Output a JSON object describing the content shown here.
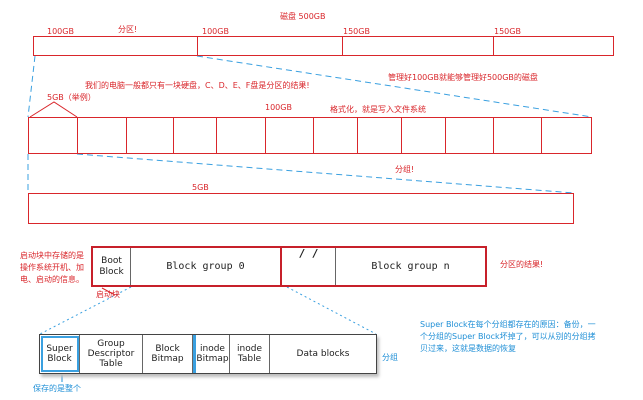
{
  "disk": {
    "title": "磁盘 500GB",
    "segments": [
      {
        "size_label": "100GB",
        "gb": 100
      },
      {
        "size_label": "100GB",
        "gb": 100
      },
      {
        "size_label": "150GB",
        "gb": 150
      },
      {
        "size_label": "150GB",
        "gb": 150
      }
    ]
  },
  "annotations": {
    "partition": "分区!",
    "manage": "管理好100GB就能够管理好500GB的磁盘",
    "computer": "我们的电脑一般都只有一块硬盘，C、D、E、F盘是分区的结果!",
    "example_size": "5GB（举例）",
    "row_100gb": "100GB",
    "format": "格式化，就是写入文件系统",
    "grouping": "分组!",
    "bar_size": "5GB",
    "boot_note": "启动块中存储的是操作系统开机、加电、启动的信息。",
    "boot_arrow": "启动块",
    "partition_result": "分区的结果!",
    "superblock_note": "Super Block在每个分组都存在的原因：备份，一个分组的Super Block坏掉了，可以从别的分组拷贝过来，这就是数据的恢复",
    "group_label": "分组",
    "saved_note": "保存的是整个"
  },
  "groups_row": {
    "boot_block": "Boot Block",
    "group0": "Block group 0",
    "ellipsis": "/ /",
    "groupn": "Block group n"
  },
  "group_structure": [
    {
      "key": "super",
      "label": "Super\nBlock"
    },
    {
      "key": "gdt",
      "label": "Group\nDescriptor\nTable"
    },
    {
      "key": "bitmap",
      "label": "Block\nBitmap"
    },
    {
      "key": "ibitmap",
      "label": "inode\nBitmap"
    },
    {
      "key": "itable",
      "label": "inode\nTable"
    },
    {
      "key": "data",
      "label": "Data blocks"
    }
  ],
  "colors": {
    "red": "#d9262b",
    "blue": "#1f8fd6",
    "highlight": "#3aa0e0"
  }
}
